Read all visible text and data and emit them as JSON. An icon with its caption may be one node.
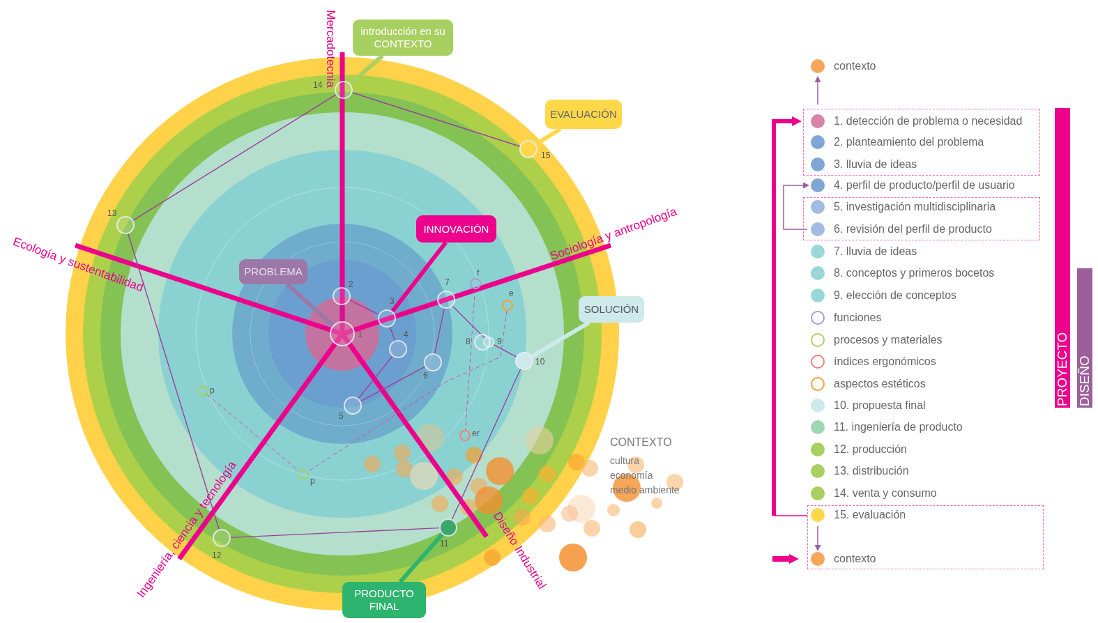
{
  "diagram": {
    "nodes": [
      {
        "text": [
          "introducción en su CONTEXTO"
        ]
      },
      {
        "text": [
          "EVALUACIÓN"
        ]
      },
      {
        "text": [
          "INNOVACIÓN"
        ]
      },
      {
        "text": [
          "PROBLEMA"
        ]
      },
      {
        "text": [
          "SOLUCIÓN"
        ]
      },
      {
        "text": [
          "PRODUCTO FINAL"
        ]
      },
      {
        "text": [],
        "shape": "circle",
        "beside": [
          "1"
        ]
      },
      {
        "text": [],
        "shape": "circle",
        "beside": [
          "2"
        ]
      },
      {
        "text": [],
        "shape": "circle",
        "beside": [
          "3"
        ]
      },
      {
        "text": [],
        "shape": "circle",
        "beside": [
          "4"
        ]
      },
      {
        "text": [],
        "shape": "circle",
        "beside": [
          "5"
        ]
      },
      {
        "text": [],
        "shape": "circle",
        "beside": [
          "6"
        ]
      },
      {
        "text": [],
        "shape": "circle",
        "beside": [
          "7"
        ]
      },
      {
        "text": [],
        "shape": "circle",
        "beside": [
          "8"
        ]
      },
      {
        "text": [],
        "shape": "circle",
        "beside": [
          "9"
        ]
      },
      {
        "text": [],
        "shape": "circle",
        "beside": [
          "10"
        ]
      },
      {
        "text": [],
        "shape": "circle",
        "beside": [
          "11"
        ]
      },
      {
        "text": [],
        "shape": "circle",
        "beside": [
          "12"
        ]
      },
      {
        "text": [],
        "shape": "circle",
        "beside": [
          "13"
        ]
      },
      {
        "text": [],
        "shape": "circle",
        "beside": [
          "14"
        ]
      },
      {
        "text": [],
        "shape": "circle",
        "beside": [
          "15"
        ]
      },
      {
        "text": [],
        "shape": "circle",
        "beside": [
          "f"
        ]
      },
      {
        "text": [],
        "shape": "circle",
        "beside": [
          "e"
        ]
      },
      {
        "text": [],
        "shape": "circle",
        "beside": [
          "er"
        ]
      },
      {
        "text": [],
        "shape": "circle",
        "beside": [
          "p"
        ]
      },
      {
        "text": [],
        "shape": "circle",
        "beside": [
          "p"
        ]
      }
    ],
    "edges": [
      {
        "from": 6,
        "to": 7,
        "arrow": "none"
      },
      {
        "from": 7,
        "to": 8,
        "arrow": "none"
      },
      {
        "from": 8,
        "to": 9,
        "arrow": "none"
      },
      {
        "from": 9,
        "to": 10,
        "arrow": "none"
      },
      {
        "from": 10,
        "to": 11,
        "arrow": "none"
      },
      {
        "from": 11,
        "to": 12,
        "arrow": "none"
      },
      {
        "from": 12,
        "to": 14,
        "arrow": "none"
      },
      {
        "from": 14,
        "to": 15,
        "arrow": "none"
      },
      {
        "from": 15,
        "to": 16,
        "arrow": "none"
      },
      {
        "from": 16,
        "to": 17,
        "arrow": "none"
      },
      {
        "from": 17,
        "to": 18,
        "arrow": "none"
      },
      {
        "from": 18,
        "to": 19,
        "arrow": "none"
      },
      {
        "from": 19,
        "to": 20,
        "arrow": "none"
      },
      {
        "from": 21,
        "to": 23,
        "arrow": "none",
        "style": "dashed",
        "color": "#d04fa8"
      },
      {
        "from": 22,
        "to": 25,
        "arrow": "none",
        "style": "dashed",
        "color": "#d04fa8"
      },
      {
        "from": 24,
        "to": 25,
        "arrow": "none",
        "style": "dashed",
        "color": "#d04fa8"
      },
      {
        "from": 0,
        "to": 19,
        "arrow": "none",
        "style": "thick",
        "color": "#a8d060"
      },
      {
        "from": 1,
        "to": 20,
        "arrow": "none",
        "style": "thick",
        "color": "#ffd84a"
      },
      {
        "from": 2,
        "to": 8,
        "arrow": "none",
        "style": "thick",
        "color": "#ec008c"
      },
      {
        "from": 3,
        "to": 6,
        "arrow": "none",
        "style": "thick",
        "color": "#9c78a8"
      },
      {
        "from": 4,
        "to": 15,
        "arrow": "none",
        "style": "thick",
        "color": "#cde9ea"
      },
      {
        "from": 5,
        "to": 16,
        "arrow": "none",
        "style": "thick",
        "color": "#2db46e"
      }
    ],
    "labels": [
      "Mercadotecnia",
      "Sociología y antropología",
      "Ecología y sustentabilidad",
      "Ingeniería, ciencia y tecnología",
      "Diseño Industrial",
      "CONTEXTO",
      "cultura",
      "economía",
      "medio ambiente",
      "PROYECTO",
      "DISEÑO"
    ],
    "legend": [
      {
        "text": "contexto",
        "color": "#f7a65a"
      },
      {
        "text": "1. detección de problema o necesidad",
        "color": "#d884a8"
      },
      {
        "text": "2. planteamiento del problema",
        "color": "#7ea7d6"
      },
      {
        "text": "3. lluvia de ideas",
        "color": "#7ea7d6"
      },
      {
        "text": "4. perfil de producto/perfil de usuario",
        "color": "#7ea7d6"
      },
      {
        "text": "5. investigación multidisciplinaria",
        "color": "#a3bbe0"
      },
      {
        "text": "6. revisión del perfil de producto",
        "color": "#a3bbe0"
      },
      {
        "text": "7. lluvia de ideas",
        "color": "#9ad8d8"
      },
      {
        "text": "8. conceptos y primeros bocetos",
        "color": "#9ad8d8"
      },
      {
        "text": "9. elección de conceptos",
        "color": "#9ad8d8"
      },
      {
        "text": "funciones"
      },
      {
        "text": "procesos y materiales"
      },
      {
        "text": "índices ergonómicos"
      },
      {
        "text": "aspectos estéticos"
      },
      {
        "text": "10. propuesta final",
        "color": "#cde9ea"
      },
      {
        "text": "11. ingeniería de producto",
        "color": "#9fd6b4"
      },
      {
        "text": "12. producción",
        "color": "#a8d060"
      },
      {
        "text": "13. distribución",
        "color": "#a8d060"
      },
      {
        "text": "14. venta y consumo",
        "color": "#a8d060"
      },
      {
        "text": "15. evaluación",
        "color": "#ffd84a"
      },
      {
        "text": "contexto",
        "color": "#f7a65a"
      }
    ]
  }
}
